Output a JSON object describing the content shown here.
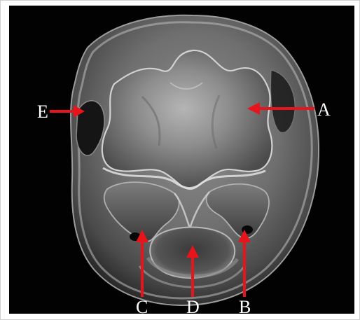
{
  "figure": {
    "labels": {
      "a": "A",
      "b": "B",
      "c": "C",
      "d": "D",
      "e": "E"
    },
    "arrow_color": "#e8141c",
    "label_color": "#ffffff",
    "background_color": "#020202"
  }
}
